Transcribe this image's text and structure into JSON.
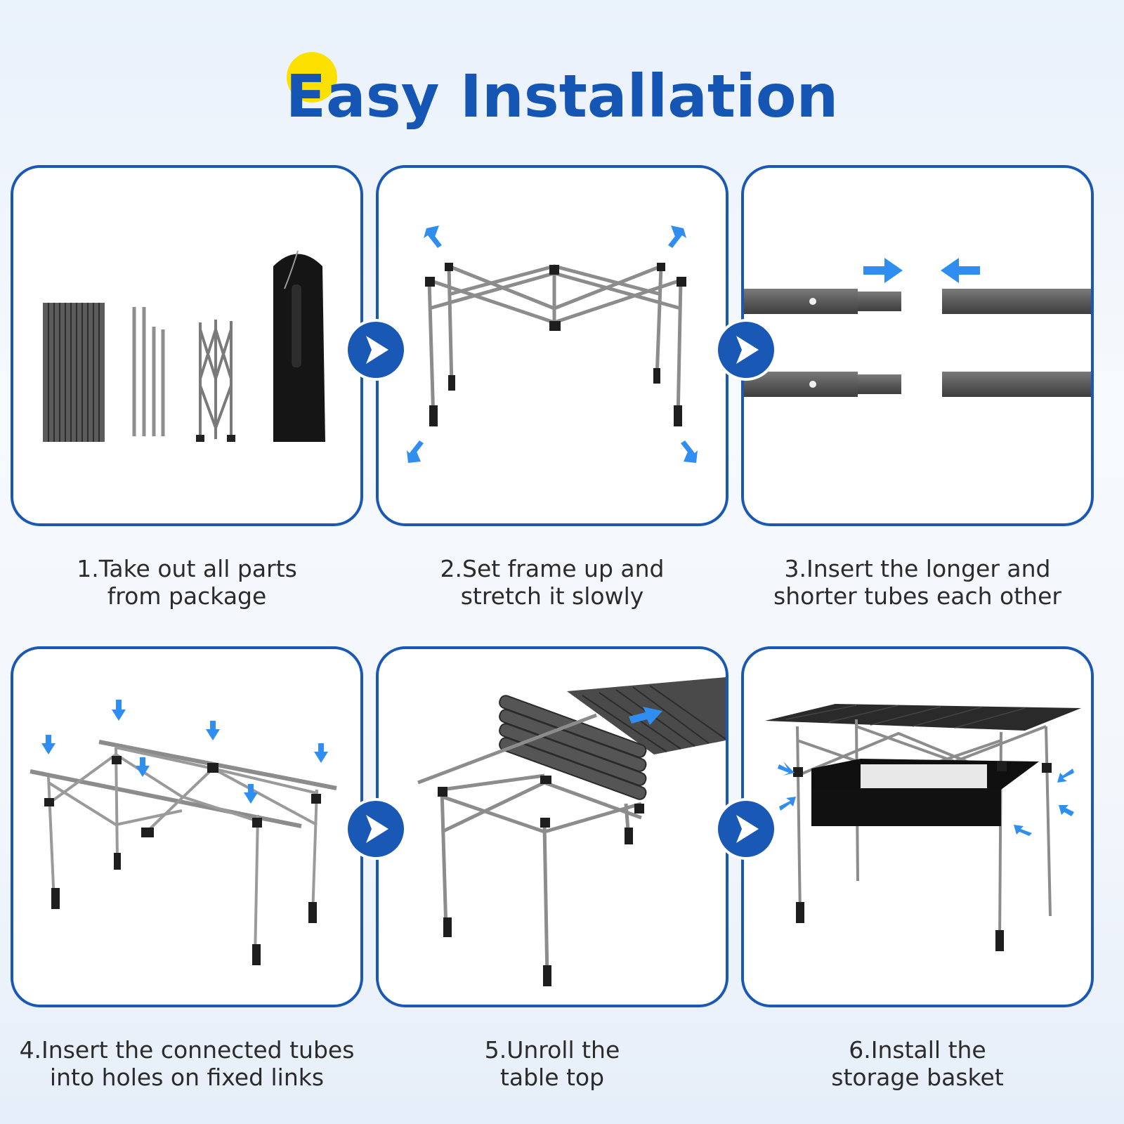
{
  "header": {
    "title": "Easy Installation"
  },
  "steps": [
    {
      "caption": "1.Take out all parts\nfrom package"
    },
    {
      "caption": "2.Set frame up and\nstretch it slowly"
    },
    {
      "caption": "3.Insert the longer and\nshorter tubes each other"
    },
    {
      "caption": "4.Insert the connected tubes\ninto holes on fixed links"
    },
    {
      "caption": "5.Unroll the\ntable top"
    },
    {
      "caption": "6.Install the\nstorage basket"
    }
  ],
  "colors": {
    "accent": "#1a58b5",
    "highlight": "#fce100",
    "arrow": "#2f8ef0"
  },
  "icons": {
    "next": "chevron-right-icon",
    "direction": "arrow-icon"
  }
}
